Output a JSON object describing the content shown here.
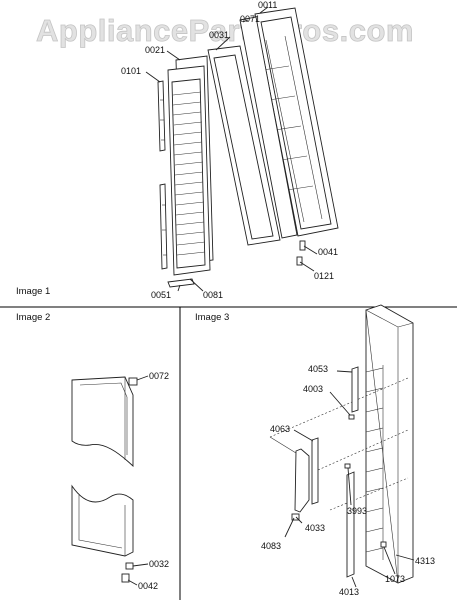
{
  "watermark": "AppliancePartsPros.com",
  "panels": {
    "image1": "Image 1",
    "image2": "Image 2",
    "image3": "Image 3"
  },
  "callouts": {
    "p0011": "0011",
    "p0071": "0071",
    "p0031": "0031",
    "p0021": "0021",
    "p0101": "0101",
    "p0041": "0041",
    "p0121": "0121",
    "p0051": "0051",
    "p0081": "0081",
    "p0072": "0072",
    "p0032": "0032",
    "p0042": "0042",
    "p4053": "4053",
    "p4003": "4003",
    "p4063": "4063",
    "p3993": "3993",
    "p4033": "4033",
    "p4083": "4083",
    "p4313": "4313",
    "p1073": "1073",
    "p4013": "4013"
  }
}
